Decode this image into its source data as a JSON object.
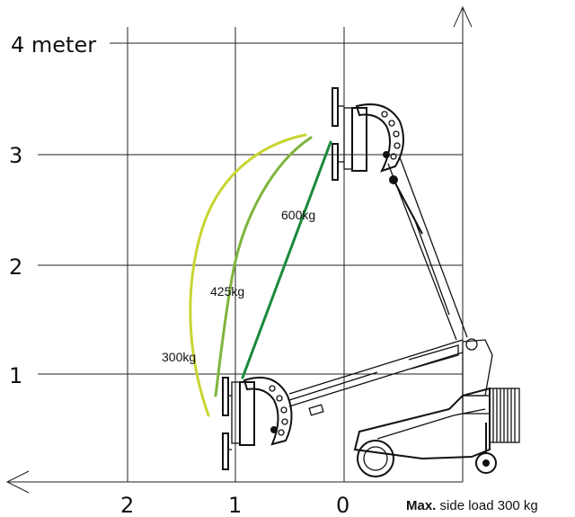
{
  "axis": {
    "y_ticks": [
      {
        "value": 4,
        "label": "4 meter"
      },
      {
        "value": 3,
        "label": "3"
      },
      {
        "value": 2,
        "label": "2"
      },
      {
        "value": 1,
        "label": "1"
      }
    ],
    "x_ticks": [
      {
        "value": 2,
        "label": "2"
      },
      {
        "value": 1,
        "label": "1"
      },
      {
        "value": 0,
        "label": "0"
      }
    ]
  },
  "load_curves": [
    {
      "label": "300kg",
      "color": "#c8d531"
    },
    {
      "label": "425kg",
      "color": "#7fb43d"
    },
    {
      "label": "600kg",
      "color": "#1a8a3a"
    }
  ],
  "footer": {
    "bold": "Max.",
    "text": " side load 300 kg"
  }
}
